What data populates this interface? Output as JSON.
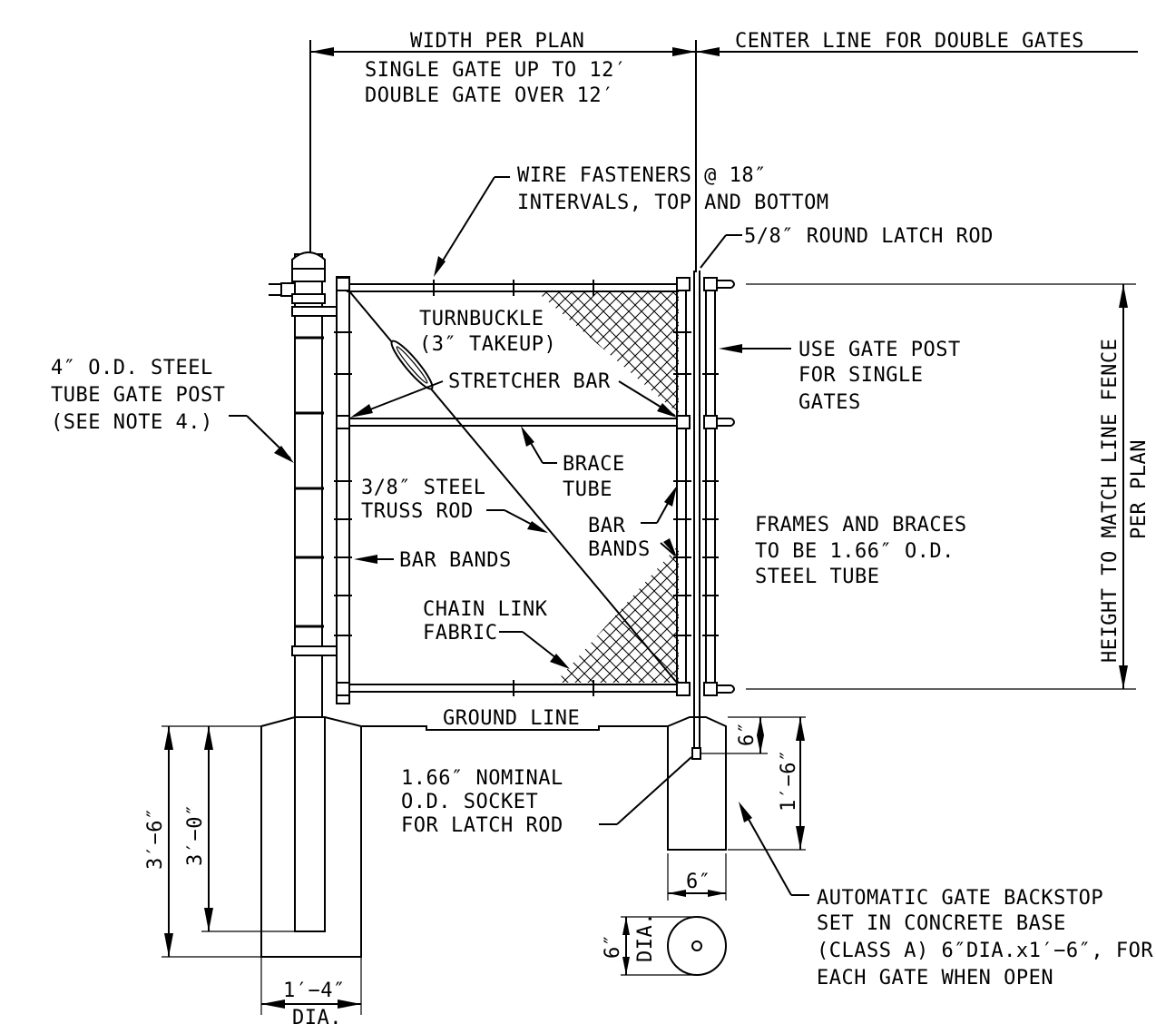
{
  "colors": {
    "ink": "#000000",
    "paper": "#ffffff"
  },
  "labels": {
    "width_per_plan": "WIDTH PER PLAN",
    "single_gate": "SINGLE GATE UP TO 12′",
    "double_gate": "DOUBLE GATE OVER 12′",
    "center_line": "CENTER LINE FOR DOUBLE GATES",
    "wire_fasteners_1": "WIRE FASTENERS @ 18″",
    "wire_fasteners_2": "INTERVALS, TOP AND BOTTOM",
    "latch_rod": "5/8″ ROUND LATCH ROD",
    "turnbuckle_1": "TURNBUCKLE",
    "turnbuckle_2": "(3″ TAKEUP)",
    "stretcher_bar": "STRETCHER BAR",
    "gate_post_1": "4″ O.D. STEEL",
    "gate_post_2": "TUBE GATE POST",
    "gate_post_3": "(SEE NOTE 4.)",
    "use_gate_post_1": "USE GATE POST",
    "use_gate_post_2": "FOR SINGLE",
    "use_gate_post_3": "GATES",
    "height_1": "HEIGHT TO MATCH LINE FENCE",
    "height_2": "PER PLAN",
    "brace_tube_1": "BRACE",
    "brace_tube_2": "TUBE",
    "truss_rod_1": "3/8″ STEEL",
    "truss_rod_2": "TRUSS ROD",
    "bar_bands_right_1": "BAR",
    "bar_bands_right_2": "BANDS",
    "bar_bands_left": "BAR BANDS",
    "frames_1": "FRAMES AND BRACES",
    "frames_2": "TO BE 1.66″ O.D.",
    "frames_3": "STEEL TUBE",
    "chain_link_1": "CHAIN LINK",
    "chain_link_2": "FABRIC",
    "ground_line": "GROUND LINE",
    "socket_1": "1.66″ NOMINAL",
    "socket_2": "O.D. SOCKET",
    "socket_3": "FOR LATCH ROD",
    "dim_6_top": "6″",
    "dim_1_6": "1′−6″",
    "dim_6_width": "6″",
    "dim_3_6": "3′−6″",
    "dim_3_0": "3′−0″",
    "dim_1_4": "1′−4″",
    "dim_dia_bottom": "DIA.",
    "dim_6_circle": "6″",
    "dim_dia_circle": "DIA.",
    "backstop_1": "AUTOMATIC GATE BACKSTOP",
    "backstop_2": "SET IN CONCRETE BASE",
    "backstop_3": "(CLASS A) 6″DIA.x1′−6″, FOR",
    "backstop_4": "EACH GATE WHEN OPEN"
  }
}
